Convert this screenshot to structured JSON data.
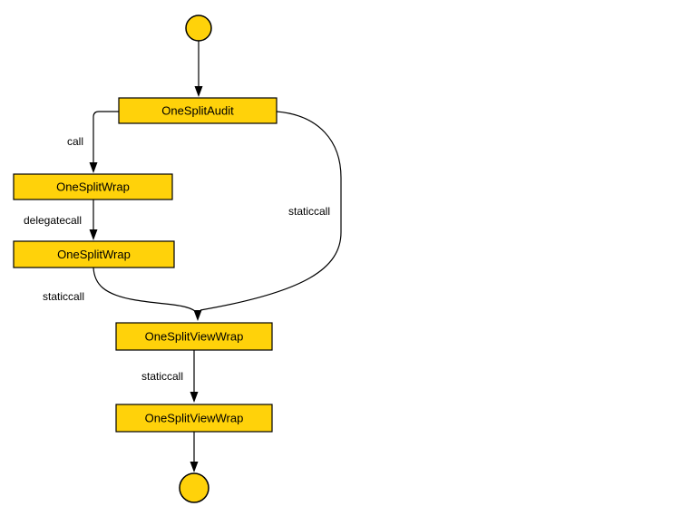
{
  "diagram": {
    "type": "flowchart-call-graph",
    "style": {
      "background": "#ffffff",
      "node_fill": "#ffd20a",
      "node_stroke": "#000000",
      "edge_color": "#000000",
      "label_color": "#000000"
    },
    "nodes": [
      {
        "id": "start",
        "type": "start-circle",
        "label": ""
      },
      {
        "id": "audit",
        "type": "box",
        "label": "OneSplitAudit"
      },
      {
        "id": "wrap-1",
        "type": "box",
        "label": "OneSplitWrap"
      },
      {
        "id": "wrap-2",
        "type": "box",
        "label": "OneSplitWrap"
      },
      {
        "id": "viewwrap-1",
        "type": "box",
        "label": "OneSplitViewWrap"
      },
      {
        "id": "viewwrap-2",
        "type": "box",
        "label": "OneSplitViewWrap"
      },
      {
        "id": "end",
        "type": "end-circle",
        "label": ""
      }
    ],
    "edges": [
      {
        "from": "start",
        "to": "audit",
        "label": ""
      },
      {
        "from": "audit",
        "to": "wrap-1",
        "label": "call"
      },
      {
        "from": "wrap-1",
        "to": "wrap-2",
        "label": "delegatecall"
      },
      {
        "from": "wrap-2",
        "to": "viewwrap-1",
        "label": "staticcall"
      },
      {
        "from": "audit",
        "to": "viewwrap-1",
        "label": "staticcall"
      },
      {
        "from": "viewwrap-1",
        "to": "viewwrap-2",
        "label": "staticcall"
      },
      {
        "from": "viewwrap-2",
        "to": "end",
        "label": ""
      }
    ]
  }
}
